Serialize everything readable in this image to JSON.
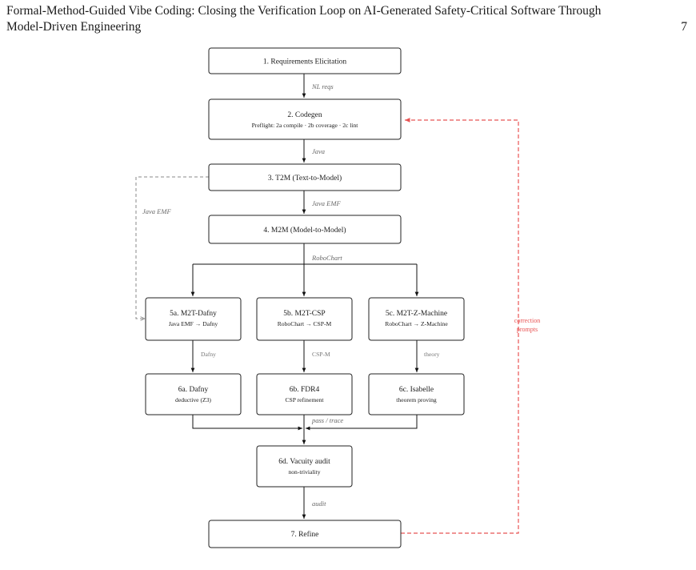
{
  "header": {
    "title_line1": "Formal-Method-Guided Vibe Coding: Closing the Verification Loop on AI-Generated Safety-Critical Software Through",
    "title_line2": "Model-Driven Engineering",
    "page_number": "7"
  },
  "diagram": {
    "nodes": {
      "n1_title": "1. Requirements Elicitation",
      "n2_title": "2. Codegen",
      "n2_sub": "Preflight: 2a compile · 2b coverage · 2c lint",
      "n3_title": "3. T2M (Text-to-Model)",
      "n4_title": "4. M2M (Model-to-Model)",
      "n5a_title": "5a. M2T-Dafny",
      "n5a_sub": "Java EMF → Dafny",
      "n5b_title": "5b. M2T-CSP",
      "n5b_sub": "RoboChart → CSP-M",
      "n5c_title": "5c. M2T-Z-Machine",
      "n5c_sub": "RoboChart → Z-Machine",
      "n6a_title": "6a. Dafny",
      "n6a_sub": "deductive (Z3)",
      "n6b_title": "6b. FDR4",
      "n6b_sub": "CSP refinement",
      "n6c_title": "6c. Isabelle",
      "n6c_sub": "theorem proving",
      "n6d_title": "6d. Vacuity audit",
      "n6d_sub": "non-triviality",
      "n7_title": "7. Refine"
    },
    "edges": {
      "e1_2": "NL reqs",
      "e2_3": "Java",
      "e3_4": "Java EMF",
      "e3_5a": "Java EMF",
      "e4_5": "RoboChart",
      "e5a_6a": "Dafny",
      "e5b_6b": "CSP-M",
      "e5c_6c": "theory",
      "e6_6d": "pass / trace",
      "e6d_7": "audit",
      "feedback_line1": "correction",
      "feedback_line2": "prompts"
    },
    "colors": {
      "box_stroke": "#222222",
      "arrow": "#111111",
      "dashed_gray": "#888888",
      "feedback_red": "#e85454"
    }
  }
}
